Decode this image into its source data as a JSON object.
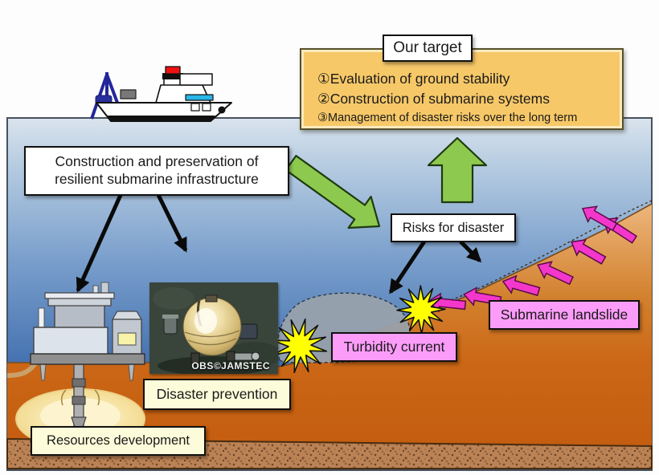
{
  "target": {
    "title": "Our target",
    "goals": [
      "①Evaluation of ground stability",
      "②Construction of submarine systems",
      "③Management of disaster risks over the long term"
    ]
  },
  "boxes": {
    "infrastructure": "Construction and preservation of resilient submarine infrastructure",
    "risks": "Risks for disaster",
    "landslide": "Submarine landslide",
    "turbidity": "Turbidity current",
    "disaster_prevention": "Disaster prevention",
    "resources": "Resources development"
  },
  "photo": {
    "caption": "OBS©JAMSTEC"
  },
  "colors": {
    "panel_orange": "#f7c868",
    "box_pink": "#fc9cf9",
    "box_note_yellow": "#fdfcda",
    "arrow_green": "#8dc94e",
    "arrow_magenta": "#f437cb",
    "starburst_yellow": "#ffff00",
    "sea_deep": "#2c5a97",
    "seafloor_orange": "#cb6716"
  }
}
